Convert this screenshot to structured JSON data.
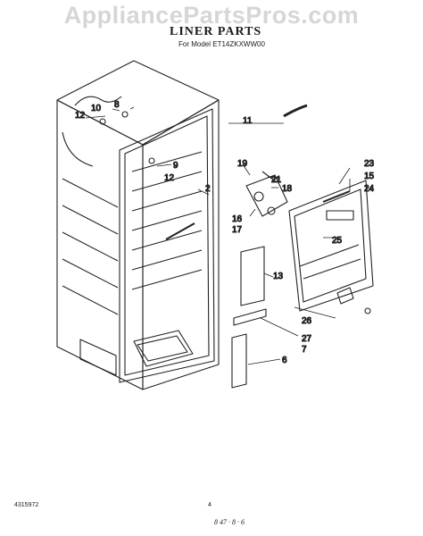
{
  "watermark": "AppliancePartsPros.com",
  "title": "LINER PARTS",
  "subtitle": "For Model ET14ZKXWW00",
  "footer": {
    "code": "4315972",
    "page": "4",
    "signature": "8 47 · 8 · 6"
  },
  "callouts": [
    "12",
    "10",
    "8",
    "9",
    "12",
    "11",
    "2",
    "19",
    "21",
    "18",
    "16",
    "17",
    "23",
    "15",
    "24",
    "25",
    "13",
    "26",
    "27",
    "7",
    "6"
  ]
}
